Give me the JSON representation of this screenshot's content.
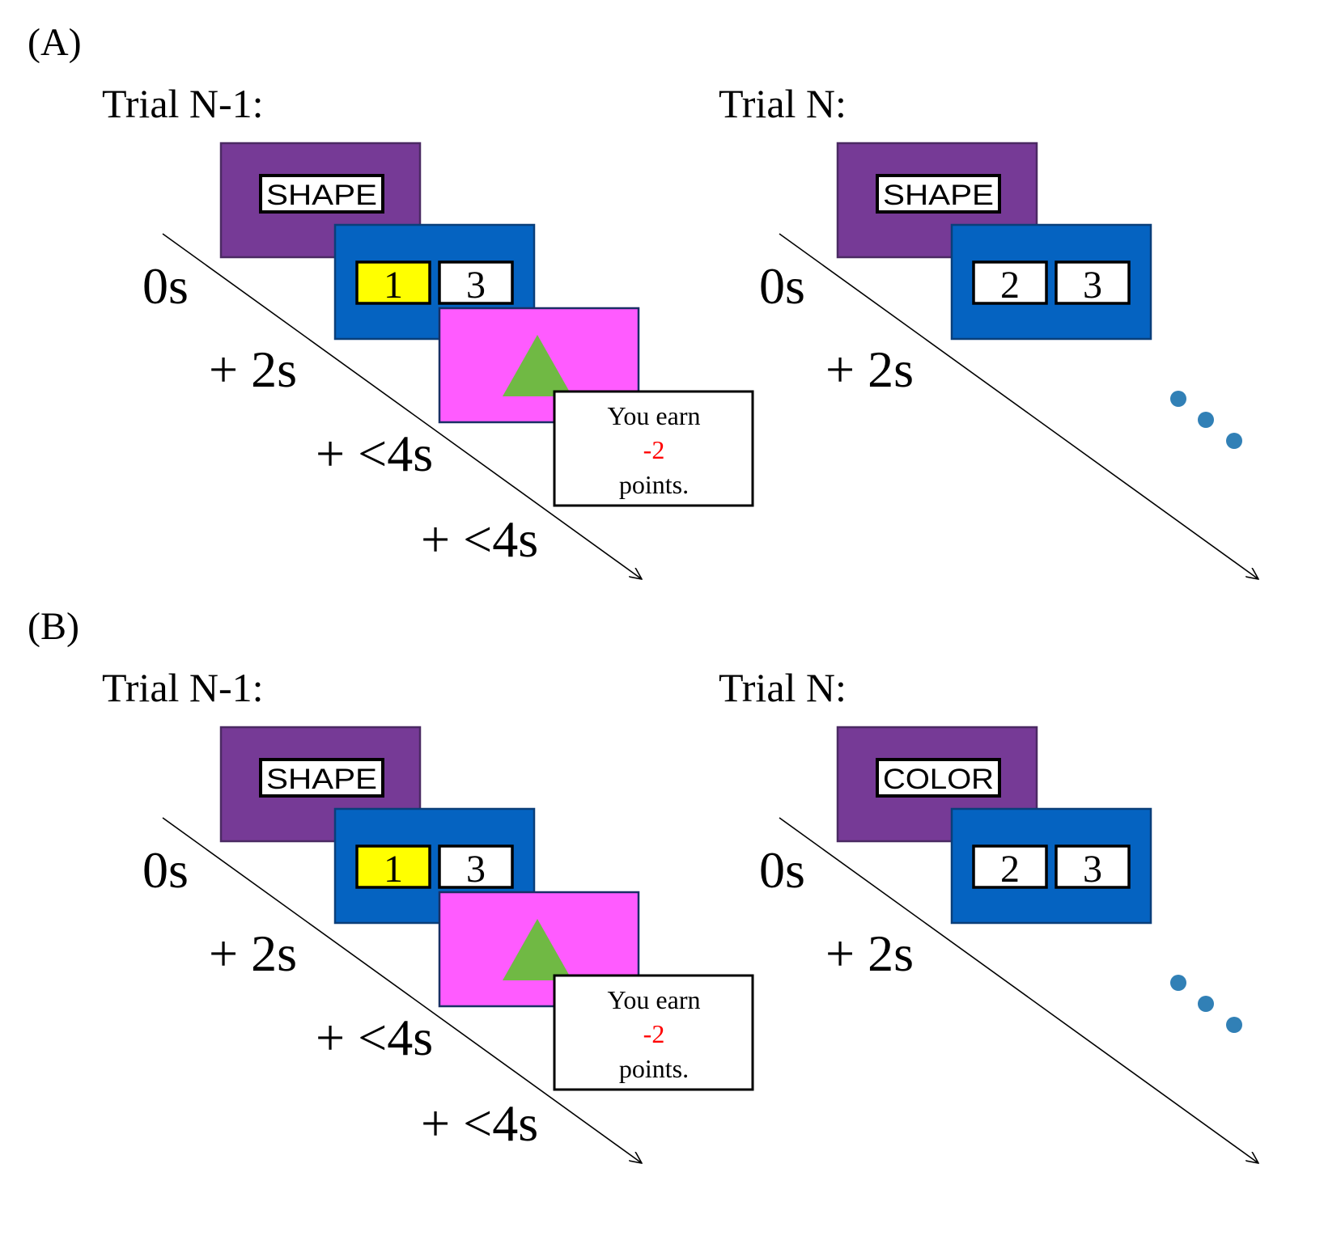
{
  "panels": [
    {
      "label": "(A)",
      "trials": [
        {
          "title": "Trial N-1:",
          "cue": "SHAPE",
          "options": [
            {
              "text": "1",
              "highlighted": true
            },
            {
              "text": "3",
              "highlighted": false
            }
          ],
          "has_stimulus": true,
          "stimulus_shape": "triangle",
          "feedback": {
            "line1": "You earn",
            "points": "-2",
            "line3": "points."
          },
          "times": [
            "0s",
            "+ 2s",
            "+ <4s",
            "+ <4s"
          ],
          "continues": false
        },
        {
          "title": "Trial N:",
          "cue": "SHAPE",
          "options": [
            {
              "text": "2",
              "highlighted": false
            },
            {
              "text": "3",
              "highlighted": false
            }
          ],
          "has_stimulus": false,
          "times": [
            "0s",
            "+ 2s"
          ],
          "continues": true
        }
      ]
    },
    {
      "label": "(B)",
      "trials": [
        {
          "title": "Trial N-1:",
          "cue": "SHAPE",
          "options": [
            {
              "text": "1",
              "highlighted": true
            },
            {
              "text": "3",
              "highlighted": false
            }
          ],
          "has_stimulus": true,
          "stimulus_shape": "triangle",
          "feedback": {
            "line1": "You earn",
            "points": "-2",
            "line3": "points."
          },
          "times": [
            "0s",
            "+ 2s",
            "+ <4s",
            "+ <4s"
          ],
          "continues": false
        },
        {
          "title": "Trial N:",
          "cue": "COLOR",
          "options": [
            {
              "text": "2",
              "highlighted": false
            },
            {
              "text": "3",
              "highlighted": false
            }
          ],
          "has_stimulus": false,
          "times": [
            "0s",
            "+ 2s"
          ],
          "continues": true
        }
      ]
    }
  ],
  "colors": {
    "cue_screen": "#763a96",
    "options_screen": "#0563c1",
    "stimulus_screen": "#ff5bff",
    "triangle": "#70b944",
    "highlight": "#ffff00",
    "points_text": "#ff0000",
    "ellipsis_dot": "#3180b6",
    "ink": "#000000"
  }
}
